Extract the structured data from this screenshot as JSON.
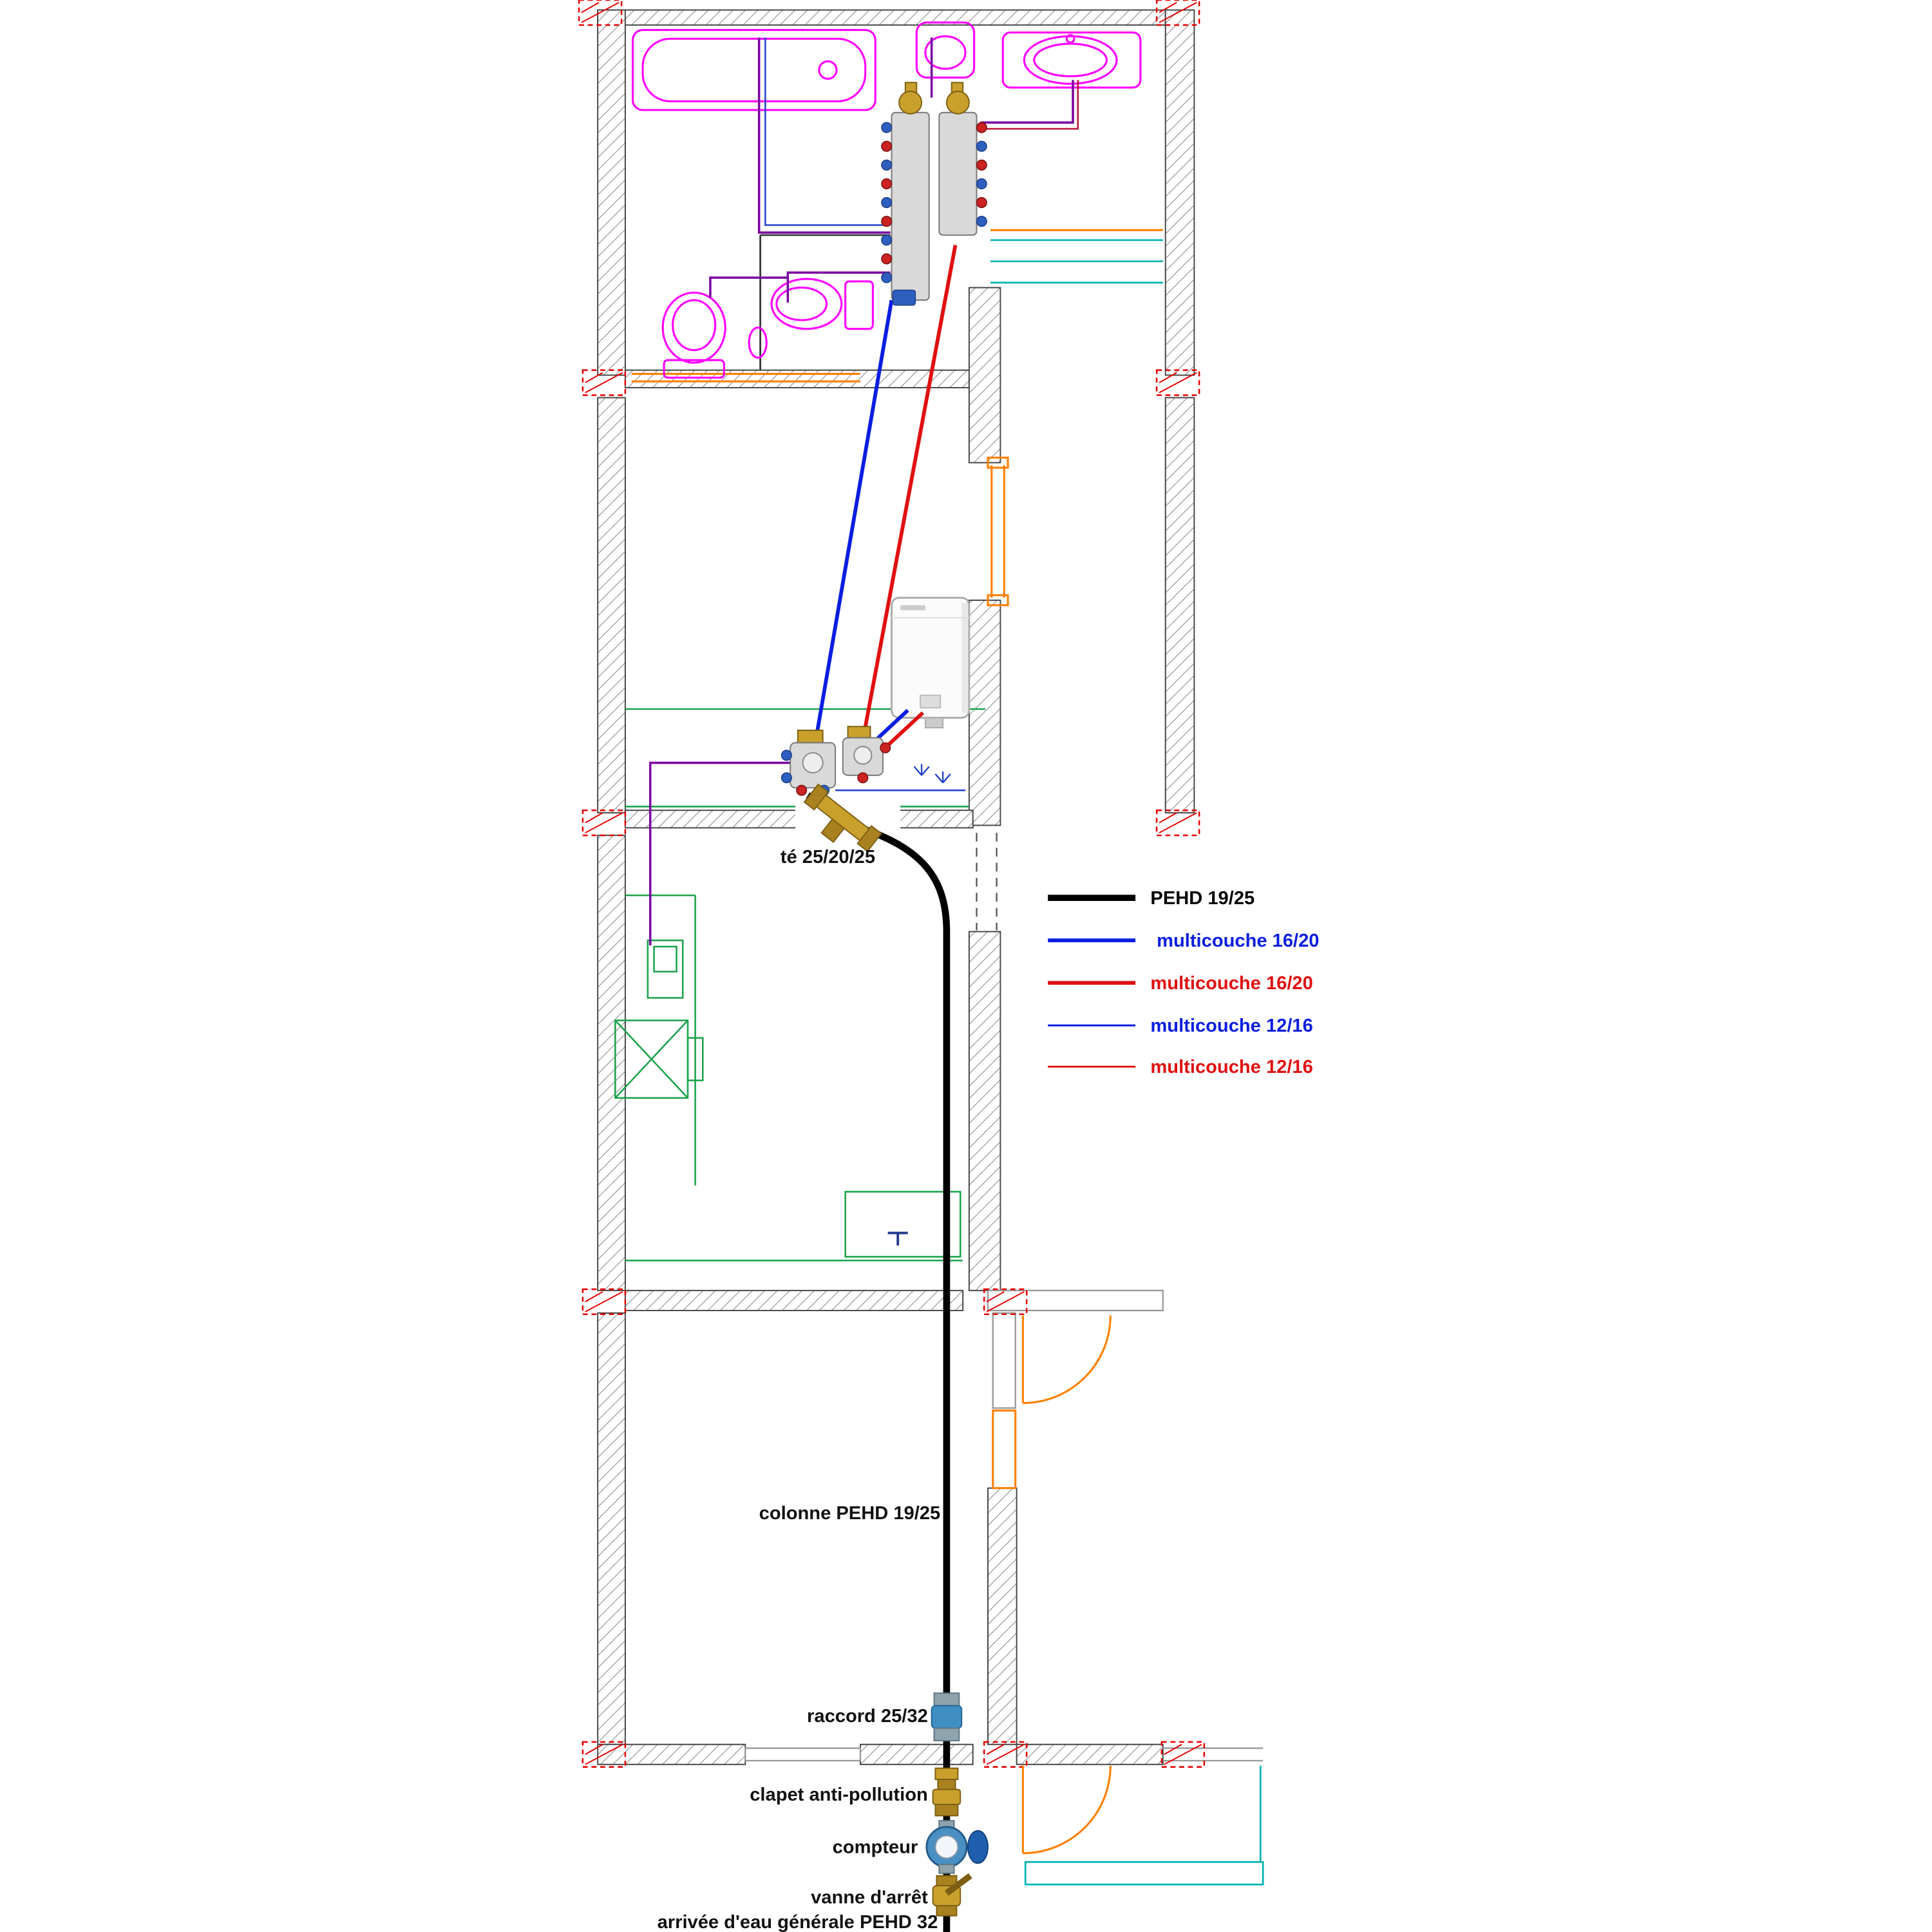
{
  "diagram": {
    "type": "plumbing-floor-plan",
    "labels": {
      "tee": "té 25/20/25",
      "colonne": "colonne PEHD 19/25",
      "raccord": "raccord 25/32",
      "clapet": "clapet anti-pollution",
      "compteur": "compteur",
      "vanne": "vanne d'arrêt",
      "arrivee": "arrivée d'eau générale PEHD 32"
    },
    "legend": {
      "items": [
        {
          "label": "PEHD 19/25",
          "color": "#000000",
          "weight": 5
        },
        {
          "label": "multicouche 16/20",
          "color": "#0a1ee0",
          "weight": 3
        },
        {
          "label": "multicouche 16/20",
          "color": "#e01010",
          "weight": 3
        },
        {
          "label": "multicouche 12/16",
          "color": "#0a1ee0",
          "weight": 1.5
        },
        {
          "label": "multicouche 12/16",
          "color": "#e01010",
          "weight": 1.5
        }
      ]
    },
    "colors": {
      "cold_pipe": "#0a1ee0",
      "hot_pipe": "#e01010",
      "pehd_pipe": "#000000",
      "fixtures": "#ff00ff",
      "secondary_pipe": "#7a00a0",
      "kitchen_outline": "#1aa24a",
      "doors": "#ff8000",
      "partitions": "#00b3b3",
      "section_markers": "#e80000",
      "brass_fittings": "#c9a02c"
    }
  }
}
